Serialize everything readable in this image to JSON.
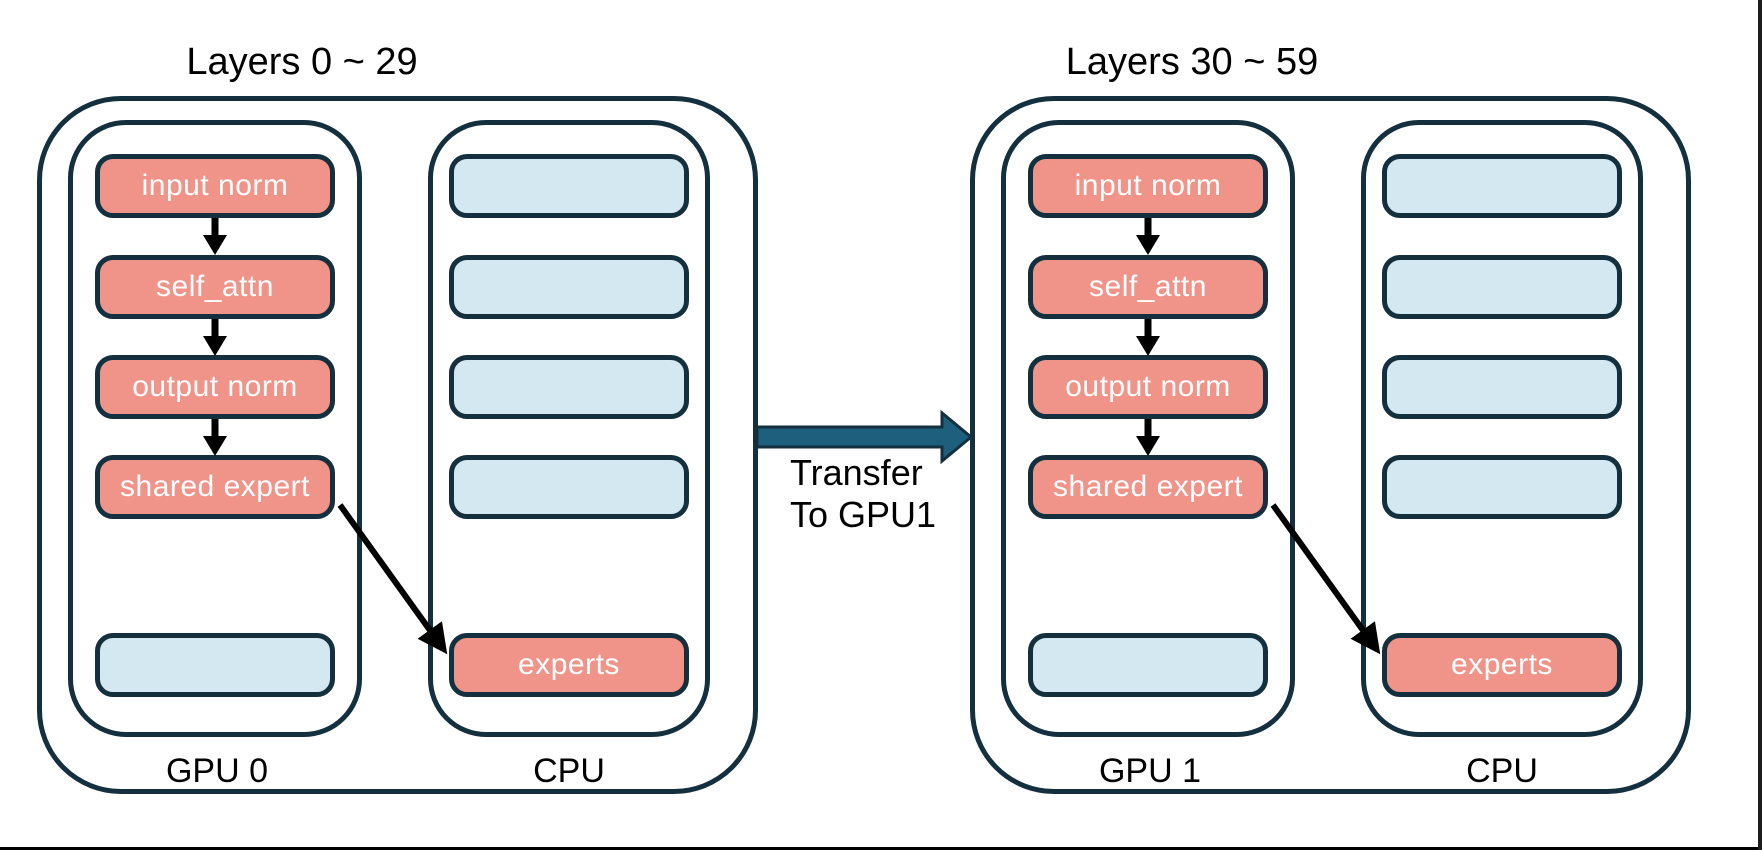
{
  "colors": {
    "outline_navy": "#14303e",
    "module_salmon": "#f0948a",
    "module_empty_blue": "#d3e8f0",
    "transfer_arrow_teal": "#1e5f7e",
    "flow_arrow_black": "#000000",
    "box_text_white": "#ffffff",
    "label_text_black": "#000000"
  },
  "groups": [
    {
      "title": "Layers 0 ~ 29",
      "gpu": {
        "label": "GPU 0",
        "boxes": [
          {
            "label": "input norm",
            "type": "loaded"
          },
          {
            "label": "self_attn",
            "type": "loaded"
          },
          {
            "label": "output norm",
            "type": "loaded"
          },
          {
            "label": "shared expert",
            "type": "loaded"
          },
          {
            "label": "",
            "type": "empty"
          }
        ]
      },
      "cpu": {
        "label": "CPU",
        "boxes": [
          {
            "label": "",
            "type": "empty"
          },
          {
            "label": "",
            "type": "empty"
          },
          {
            "label": "",
            "type": "empty"
          },
          {
            "label": "",
            "type": "empty"
          },
          {
            "label": "experts",
            "type": "loaded"
          }
        ]
      }
    },
    {
      "title": "Layers 30 ~ 59",
      "gpu": {
        "label": "GPU 1",
        "boxes": [
          {
            "label": "input norm",
            "type": "loaded"
          },
          {
            "label": "self_attn",
            "type": "loaded"
          },
          {
            "label": "output norm",
            "type": "loaded"
          },
          {
            "label": "shared expert",
            "type": "loaded"
          },
          {
            "label": "",
            "type": "empty"
          }
        ]
      },
      "cpu": {
        "label": "CPU",
        "boxes": [
          {
            "label": "",
            "type": "empty"
          },
          {
            "label": "",
            "type": "empty"
          },
          {
            "label": "",
            "type": "empty"
          },
          {
            "label": "",
            "type": "empty"
          },
          {
            "label": "experts",
            "type": "loaded"
          }
        ]
      }
    }
  ],
  "transfer": {
    "line1": "Transfer",
    "line2": "To GPU1"
  }
}
